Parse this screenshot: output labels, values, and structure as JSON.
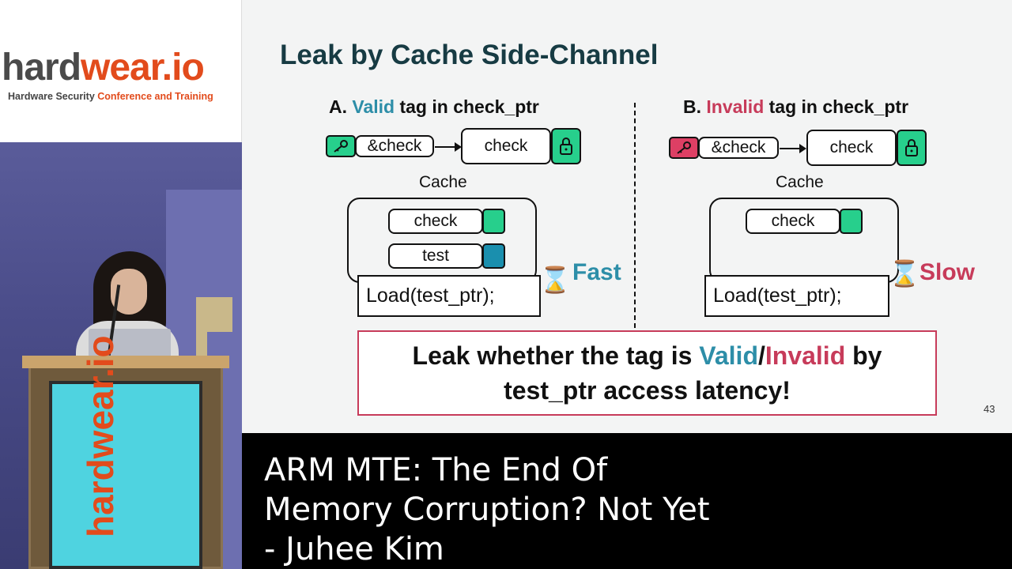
{
  "brand": {
    "logo_part1": "hard",
    "logo_part2": "wear.io",
    "tagline_part1": "Hardware Security ",
    "tagline_part2": "Conference and Training"
  },
  "podium": {
    "logo_text": "hardwear.io"
  },
  "slide": {
    "title": "Leak by Cache Side-Channel",
    "section_a": {
      "prefix": "A. ",
      "highlight": "Valid",
      "suffix": " tag in check_ptr"
    },
    "section_b": {
      "prefix": "B. ",
      "highlight": "Invalid",
      "suffix": " tag in check_ptr"
    },
    "pointer_label": "&check",
    "target_label": "check",
    "cache_label": "Cache",
    "cache_line_check": "check",
    "cache_line_test": "test",
    "load_label": "Load(test_ptr);",
    "fast_label": "Fast",
    "slow_label": "Slow",
    "leak_line1_prefix": "Leak whether the tag is ",
    "leak_valid": "Valid",
    "leak_slash": "/",
    "leak_invalid": "Invalid",
    "leak_line1_suffix": " by",
    "leak_line2": "test_ptr access latency!",
    "page_number": "43",
    "colors": {
      "valid": "#2d8ea8",
      "invalid": "#c73b5a",
      "tag_green": "#27cf8c",
      "tag_red": "#dd3f64",
      "tag_teal": "#1a8fae",
      "title": "#173b43"
    }
  },
  "caption": {
    "line1": "ARM MTE: The End Of",
    "line2": "Memory Corruption? Not Yet",
    "line3": "- Juhee Kim"
  }
}
